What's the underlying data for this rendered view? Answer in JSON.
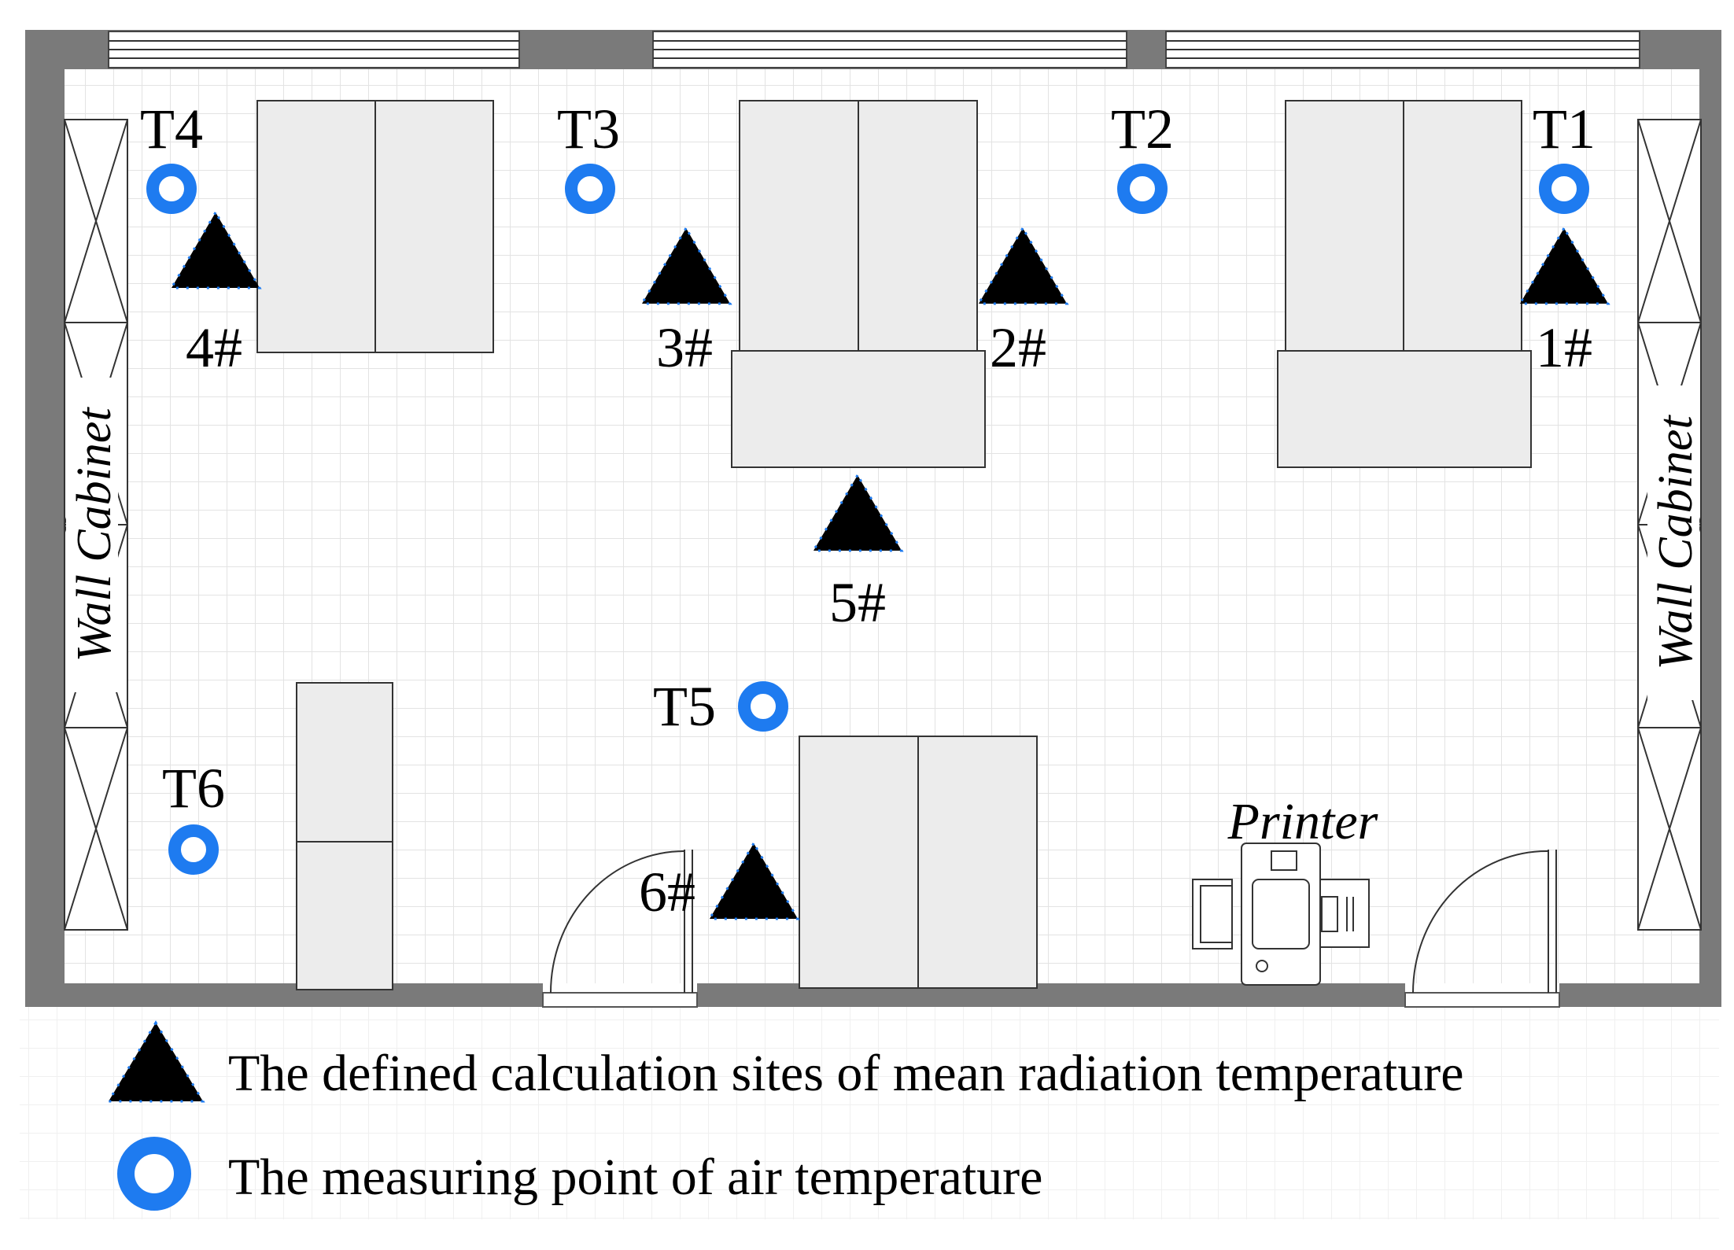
{
  "colors": {
    "wall": "#7a7a7a",
    "grid": "#e6e6e6",
    "furniture": "#ececec",
    "air_point": "#1e7bf0",
    "calc_site": "#000000"
  },
  "air_points": [
    "T1",
    "T2",
    "T3",
    "T4",
    "T5",
    "T6"
  ],
  "calc_sites": [
    "1#",
    "2#",
    "3#",
    "4#",
    "5#",
    "6#"
  ],
  "labels": {
    "wall_cabinet_left": "Wall Cabinet",
    "wall_cabinet_right": "Wall Cabinet",
    "printer": "Printer"
  },
  "legend": {
    "calc_site_text": "The defined calculation sites of mean radiation temperature",
    "air_point_text": "The measuring point of air temperature"
  }
}
